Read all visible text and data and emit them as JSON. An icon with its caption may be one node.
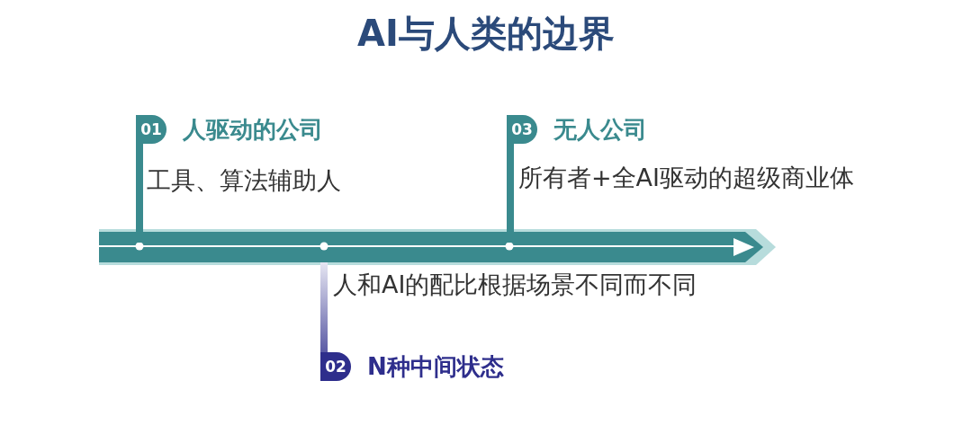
{
  "diagram": {
    "title": "AI与人类的边界",
    "nodes": [
      {
        "text": [
          "01",
          "人驱动的公司",
          "工具、算法辅助人"
        ]
      },
      {
        "text": [
          "人和AI的配比根据场景不同而不同",
          "02",
          "N种中间状态"
        ]
      },
      {
        "text": [
          "03",
          "无人公司",
          "所有者+全AI驱动的超级商业体"
        ]
      }
    ]
  }
}
